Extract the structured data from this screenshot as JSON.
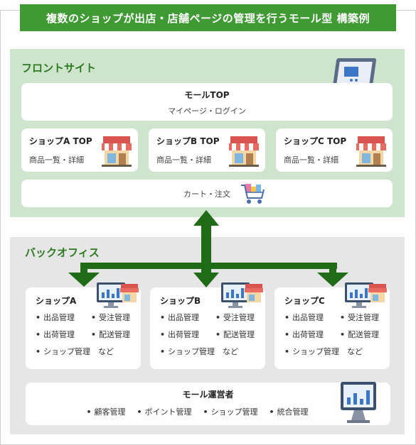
{
  "title": "複数のショップが出店・店舗ページの管理を行うモール型 構築例",
  "front": {
    "heading": "フロントサイト",
    "mall_top": {
      "title": "モールTOP",
      "sub": "マイページ・ログイン"
    },
    "shops": [
      {
        "title": "ショップA TOP",
        "sub": "商品一覧・詳細"
      },
      {
        "title": "ショップB TOP",
        "sub": "商品一覧・詳細"
      },
      {
        "title": "ショップC TOP",
        "sub": "商品一覧・詳細"
      }
    ],
    "cart": "カート・注文"
  },
  "back": {
    "heading": "バックオフィス",
    "shops": [
      {
        "title": "ショップA",
        "items": [
          "出品管理",
          "受注管理",
          "出荷管理",
          "配送管理",
          "ショップ管理"
        ],
        "etc": "など"
      },
      {
        "title": "ショップB",
        "items": [
          "出品管理",
          "受注管理",
          "出荷管理",
          "配送管理",
          "ショップ管理"
        ],
        "etc": "など"
      },
      {
        "title": "ショップC",
        "items": [
          "出品管理",
          "受注管理",
          "出荷管理",
          "配送管理",
          "ショップ管理"
        ],
        "etc": "など"
      }
    ],
    "operator": {
      "title": "モール運営者",
      "items": [
        "顧客管理",
        "ポイント管理",
        "ショップ管理",
        "統合管理"
      ]
    }
  },
  "colors": {
    "banner": "#3f9a34",
    "front_bg": "#cfe4cd",
    "back_bg": "#e6e6e6",
    "arrow": "#1f6b16",
    "heading": "#2d7a22"
  },
  "icons": [
    "laptop-cart-icon",
    "shop-icon",
    "shopping-cart-icon",
    "monitor-shop-icon",
    "monitor-chart-icon"
  ]
}
